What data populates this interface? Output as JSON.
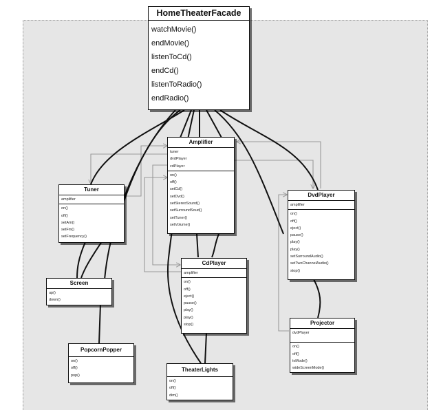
{
  "facade": {
    "name": "HomeTheaterFacade",
    "methods": [
      "watchMovie()",
      "endMovie()",
      "listenToCd()",
      "endCd()",
      "listenToRadio()",
      "endRadio()"
    ]
  },
  "amplifier": {
    "name": "Amplifier",
    "fields": [
      "tuner",
      "dvdPlayer",
      "cdPlayer"
    ],
    "methods": [
      "on()",
      "off()",
      "setCd()",
      "setDvd()",
      "setStereoSound()",
      "setSurroundSoud()",
      "setTuner()",
      "setVolume()"
    ]
  },
  "tuner": {
    "name": "Tuner",
    "fields": [
      "amplifier"
    ],
    "methods": [
      "on()",
      "off()",
      "setAm()",
      "setFm()",
      "setFrequency()"
    ]
  },
  "dvdplayer": {
    "name": "DvdPlayer",
    "fields": [
      "amplifier"
    ],
    "methods": [
      "on()",
      "off()",
      "eject()",
      "pause()",
      "play()",
      "play()",
      "setSurroundAudio()",
      "setTwoChannelAudio()",
      "stop()"
    ]
  },
  "cdplayer": {
    "name": "CdPlayer",
    "fields": [
      "amplifier"
    ],
    "methods": [
      "on()",
      "off()",
      "eject()",
      "pause()",
      "play()",
      "play()",
      "stop()"
    ]
  },
  "screen": {
    "name": "Screen",
    "methods": [
      "up()",
      "down()"
    ]
  },
  "projector": {
    "name": "Projector",
    "fields": [
      "dvdPlayer"
    ],
    "methods": [
      "on()",
      "off()",
      "tvMode()",
      "wideScreenMode()"
    ]
  },
  "popcorn": {
    "name": "PopcornPopper",
    "methods": [
      "on()",
      "off()",
      "pop()"
    ]
  },
  "lights": {
    "name": "TheaterLights",
    "methods": [
      "on()",
      "off()",
      "dim()"
    ]
  },
  "colors": {
    "background": "#e6e6e6",
    "box": "#ffffff",
    "line": "#111111",
    "arrow": "#999999"
  }
}
